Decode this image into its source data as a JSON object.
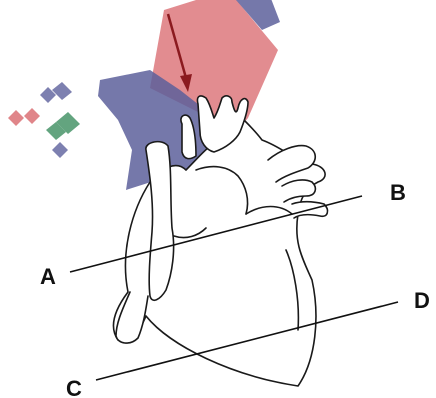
{
  "labels": {
    "a": "A",
    "b": "B",
    "c": "C",
    "d": "D"
  },
  "colors": {
    "outline": "#1a1a1a",
    "red_band": "#d9696e",
    "blue_band": "#4b4f91",
    "green_accent": "#3f8f62",
    "arrow": "#8b1a1f"
  },
  "icons": [
    "heart-outline",
    "pointer-arrow",
    "watermark-logo"
  ]
}
